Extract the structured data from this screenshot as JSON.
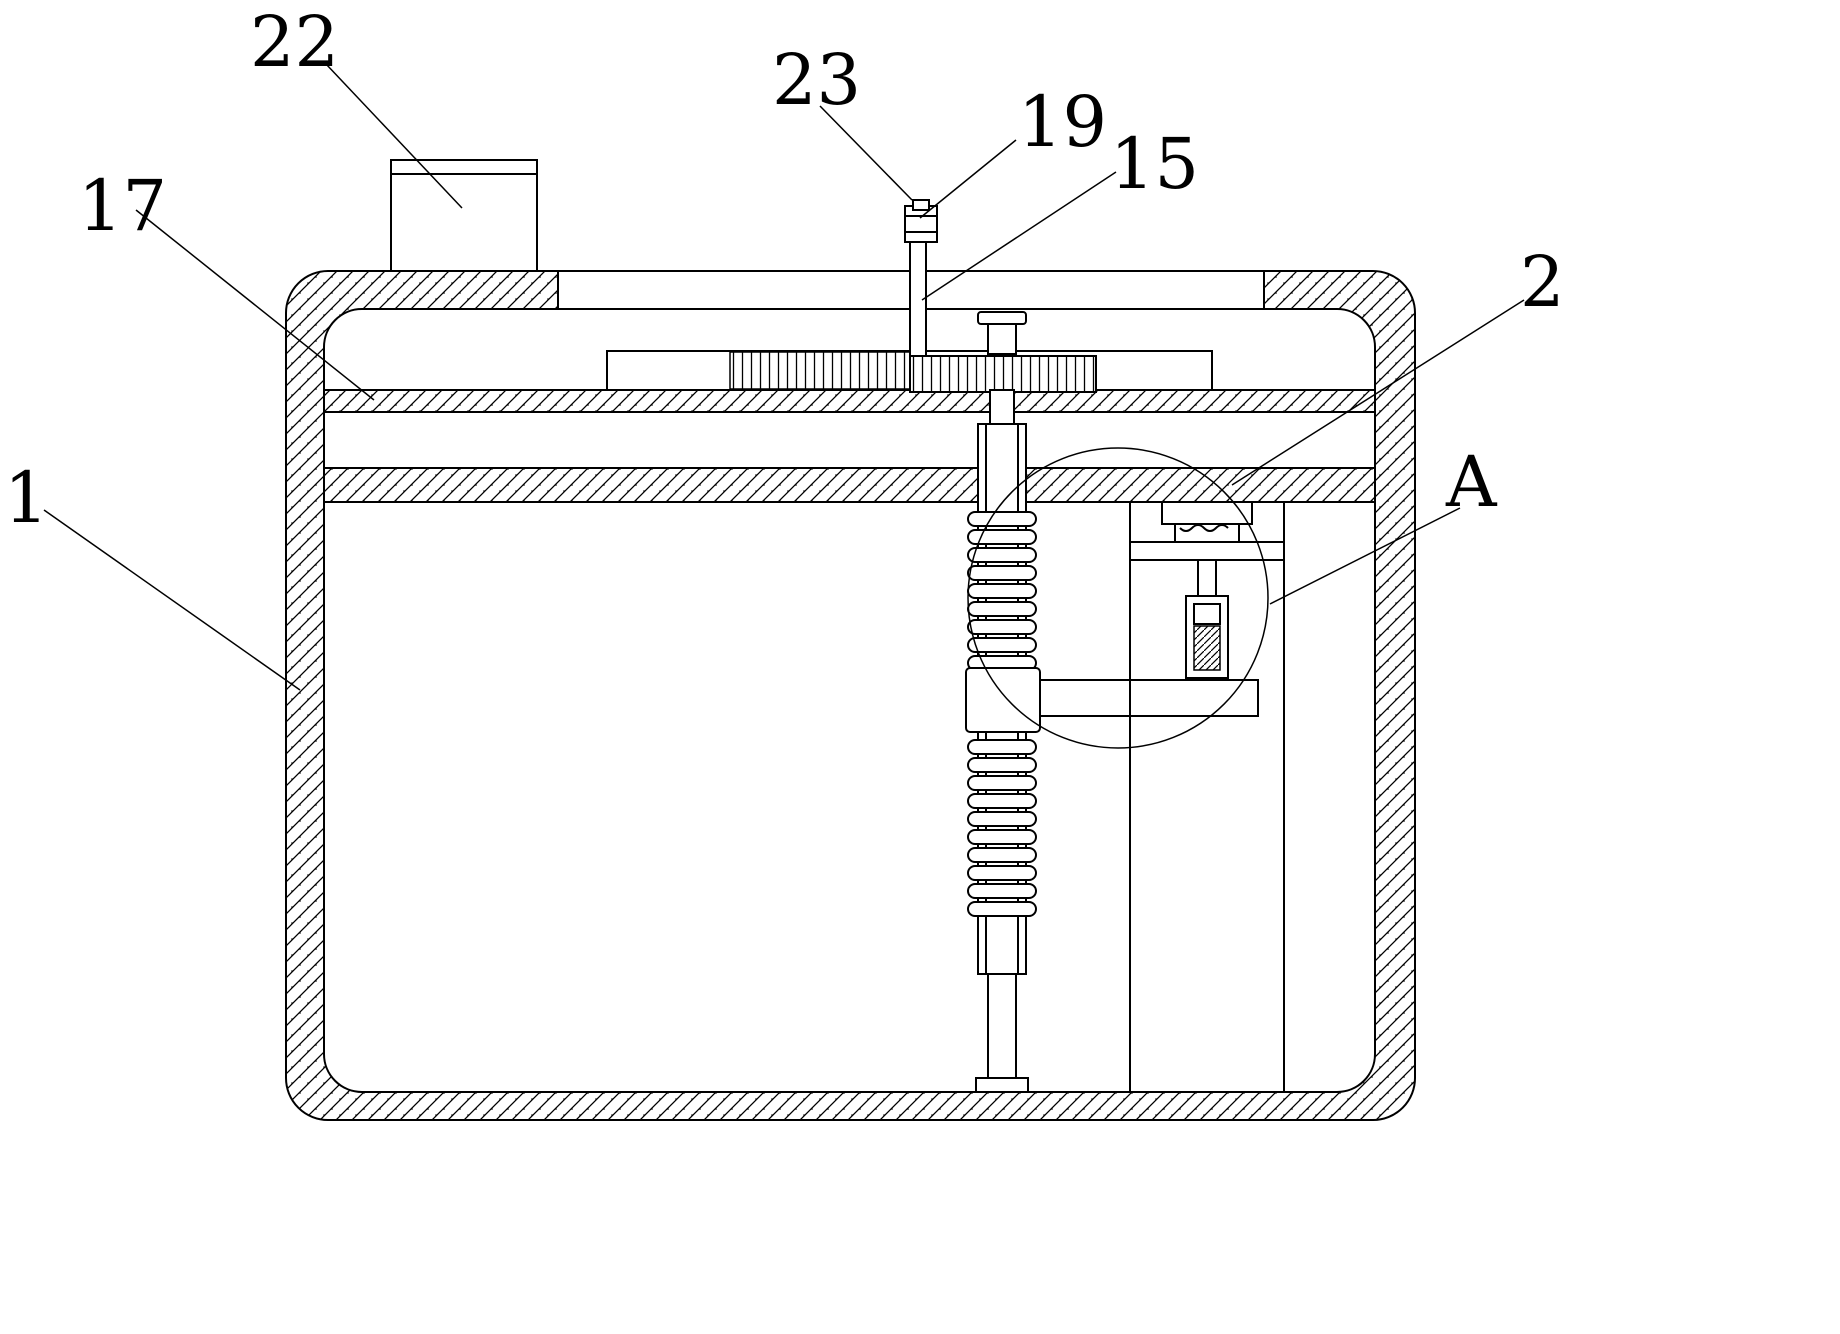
{
  "figure": {
    "reference_labels": [
      {
        "id": "label-1",
        "text": "1"
      },
      {
        "id": "label-2",
        "text": "2"
      },
      {
        "id": "label-15",
        "text": "15"
      },
      {
        "id": "label-17",
        "text": "17"
      },
      {
        "id": "label-19",
        "text": "19"
      },
      {
        "id": "label-22",
        "text": "22"
      },
      {
        "id": "label-23",
        "text": "23"
      },
      {
        "id": "label-A",
        "text": "A"
      }
    ]
  }
}
